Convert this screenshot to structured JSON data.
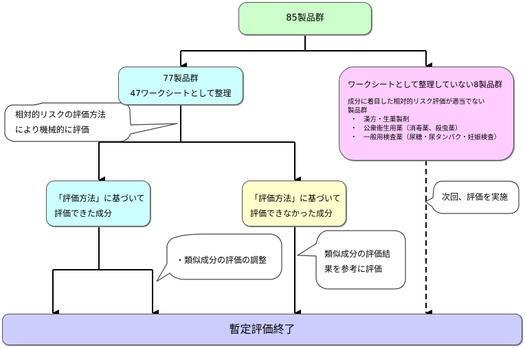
{
  "diagram": {
    "top": {
      "label": "85製品群"
    },
    "left_group": {
      "line1": "77製品群",
      "line2": "47ワークシートとして整理"
    },
    "right_group": {
      "title": "ワークシートとして整理していない8製品群",
      "desc_line1": "成分に着目した相対的リスク評価が適当でない",
      "desc_line2": "製品群",
      "items": [
        "・　漢方・生薬製剤",
        "・　公衆衛生用薬（消毒薬、殺虫薬）",
        "・　一般用検査薬（尿糖・尿タンパク・妊娠検査）"
      ]
    },
    "callout_method": {
      "line1": "相対的リスクの評価方法",
      "line2": "により機械的に評価"
    },
    "evaluated": {
      "line1": "「評価方法」に基づいて",
      "line2": "評価できた成分"
    },
    "not_evaluated": {
      "line1": "「評価方法」に基づいて",
      "line2": "評価できなかった成分"
    },
    "callout_adjust": {
      "line1": "・類似成分の評価の調整"
    },
    "callout_reference": {
      "line1": "類似成分の評価結",
      "line2": "果を参考に評価"
    },
    "callout_next": {
      "line1": "次回、評価を実施"
    },
    "bottom": {
      "label": "暫定評価終了"
    },
    "colors": {
      "top_fill": "#ccffcc",
      "left_group_fill": "#ccffff",
      "right_group_fill": "#ffccff",
      "evaluated_fill": "#ccffff",
      "not_evaluated_fill": "#ffffcc",
      "bottom_fill": "#ccccff"
    }
  }
}
